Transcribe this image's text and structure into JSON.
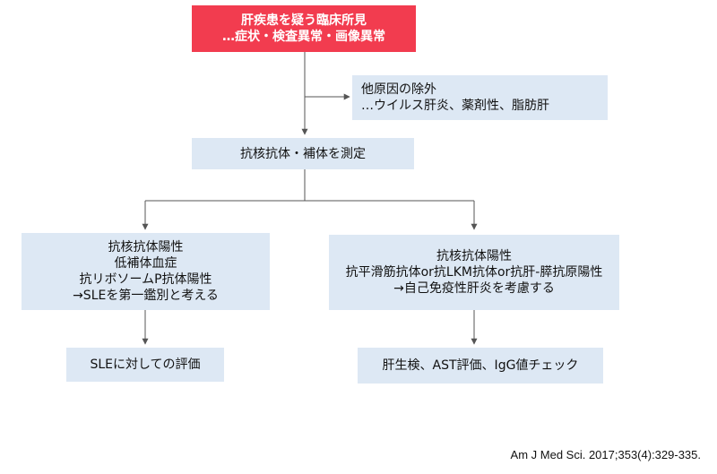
{
  "nodes": {
    "start": {
      "lines": [
        "肝疾患を疑う臨床所見",
        "…症状・検査異常・画像異常"
      ]
    },
    "exclude": {
      "lines": [
        "他原因の除外",
        "…ウイルス肝炎、薬剤性、脂肪肝"
      ]
    },
    "measure": {
      "lines": [
        "抗核抗体・補体を測定"
      ]
    },
    "left": {
      "lines": [
        "抗核抗体陽性",
        "低補体血症",
        "抗リボソームP抗体陽性",
        "→SLEを第一鑑別と考える"
      ]
    },
    "right": {
      "lines": [
        "抗核抗体陽性",
        "抗平滑筋抗体or抗LKM抗体or抗肝-膵抗原陽性",
        "→自己免疫性肝炎を考慮する"
      ]
    },
    "left_eval": {
      "lines": [
        "SLEに対しての評価"
      ]
    },
    "right_eval": {
      "lines": [
        "肝生検、AST評価、IgG値チェック"
      ]
    }
  },
  "citation": "Am J Med Sci. 2017;353(4):329-335.",
  "colors": {
    "start_fill": "#f23c4f",
    "box_fill": "#dde8f4",
    "line": "#555555"
  }
}
